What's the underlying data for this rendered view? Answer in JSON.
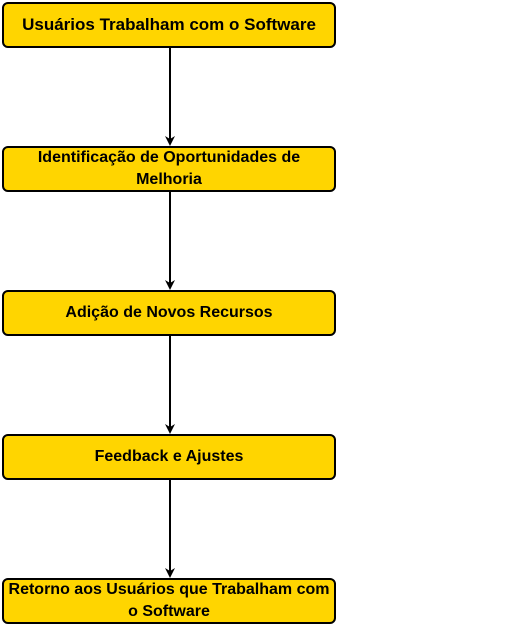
{
  "diagram": {
    "type": "flowchart",
    "direction": "top-to-bottom",
    "node_fill": "#FFD500",
    "node_border": "#000000",
    "arrow_color": "#000000",
    "nodes": [
      {
        "id": "n1",
        "label": "Usuários Trabalham com o Software"
      },
      {
        "id": "n2",
        "label": "Identificação de Oportunidades de Melhoria"
      },
      {
        "id": "n3",
        "label": "Adição de Novos Recursos"
      },
      {
        "id": "n4",
        "label": "Feedback e Ajustes"
      },
      {
        "id": "n5",
        "label": "Retorno aos Usuários que Trabalham com o Software"
      }
    ],
    "edges": [
      {
        "from": "n1",
        "to": "n2"
      },
      {
        "from": "n2",
        "to": "n3"
      },
      {
        "from": "n3",
        "to": "n4"
      },
      {
        "from": "n4",
        "to": "n5"
      }
    ]
  }
}
